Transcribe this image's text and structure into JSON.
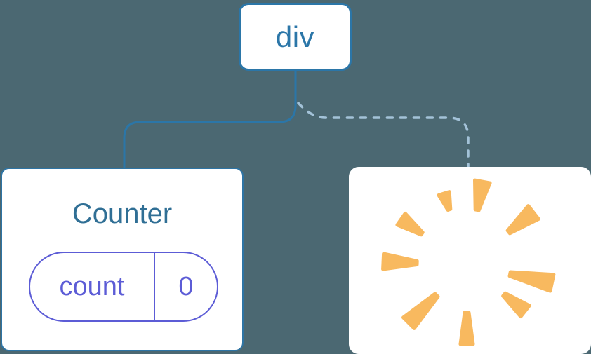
{
  "colors": {
    "bg": "#4B6872",
    "blue": "#2B76A8",
    "card_border": "#2E74A4",
    "title_blue": "#306F95",
    "dash_blue": "#A3C2D8",
    "purple": "#5C5CD6",
    "orange": "#F8B95F",
    "card_bg": "#FFFFFF"
  },
  "tree": {
    "root": {
      "label": "div"
    },
    "counter_card": {
      "title": "Counter",
      "state_key": "count",
      "state_value": "0"
    },
    "removed_card": {
      "icon": "poof-icon"
    }
  }
}
